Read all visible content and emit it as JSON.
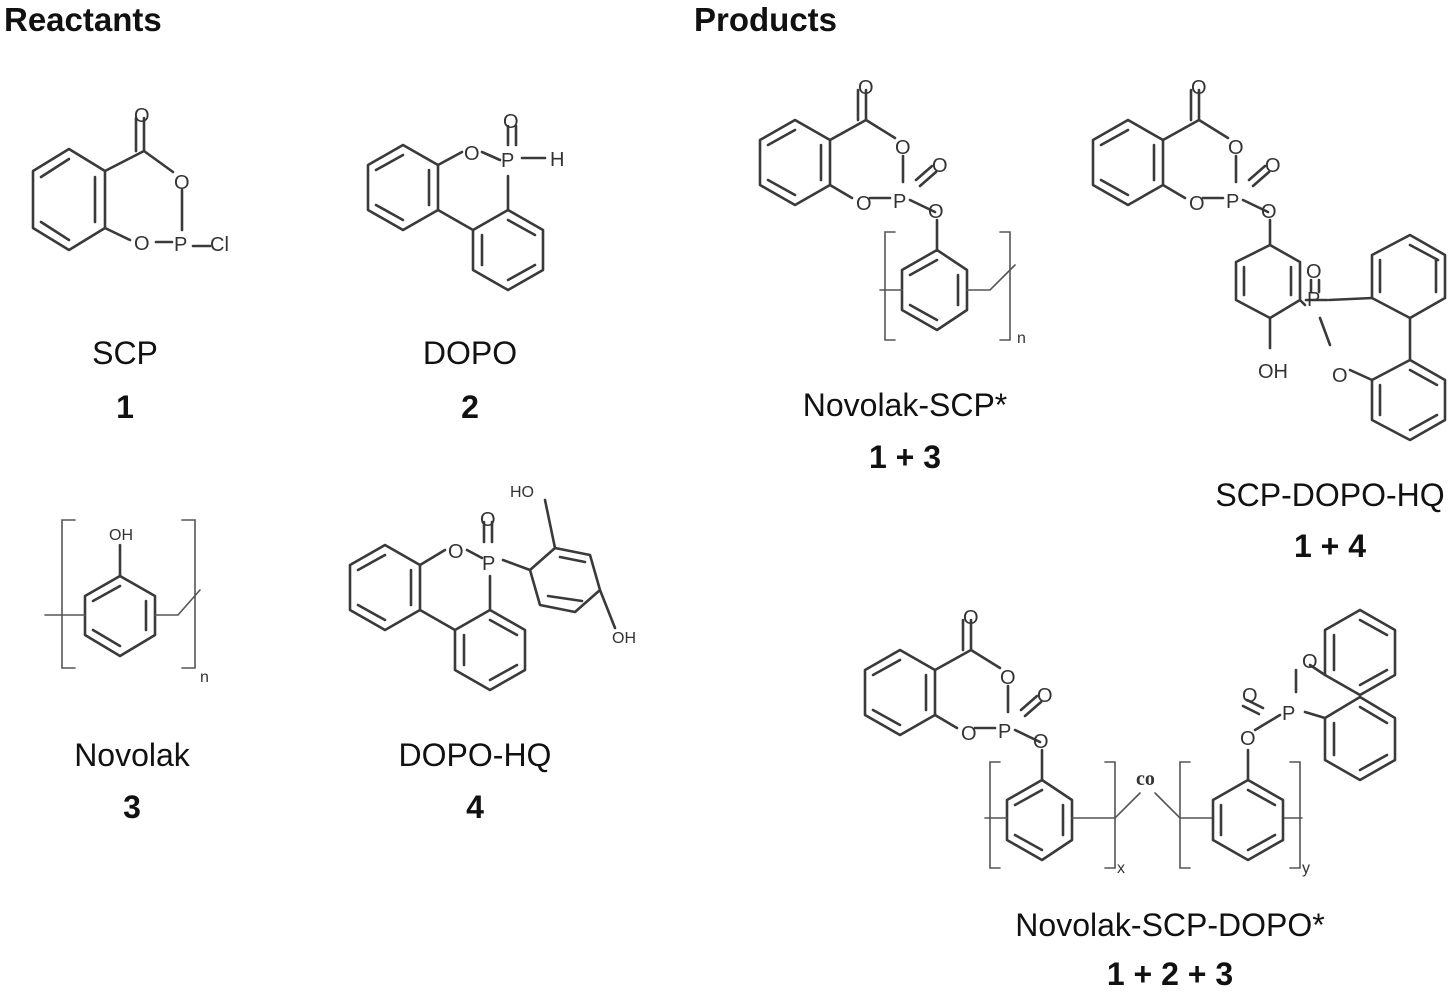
{
  "headings": {
    "reactants": "Reactants",
    "products": "Products"
  },
  "compounds": [
    {
      "name": "SCP",
      "id": "1"
    },
    {
      "name": "DOPO",
      "id": "2"
    },
    {
      "name": "Novolak",
      "id": "3"
    },
    {
      "name": "DOPO-HQ",
      "id": "4"
    },
    {
      "name": "Novolak-SCP*",
      "id": "1 + 3"
    },
    {
      "name": "SCP-DOPO-HQ",
      "id": "1 + 4"
    },
    {
      "name": "Novolak-SCP-DOPO*",
      "id": "1 + 2 + 3"
    }
  ],
  "atoms": {
    "O": "O",
    "P": "P",
    "H": "H",
    "Cl": "Cl",
    "OH": "OH",
    "HO": "HO",
    "n": "n",
    "x": "x",
    "y": "y",
    "co": "co"
  },
  "colors": {
    "ink": "#3a3a3a",
    "text": "#111111",
    "background": "#ffffff"
  }
}
